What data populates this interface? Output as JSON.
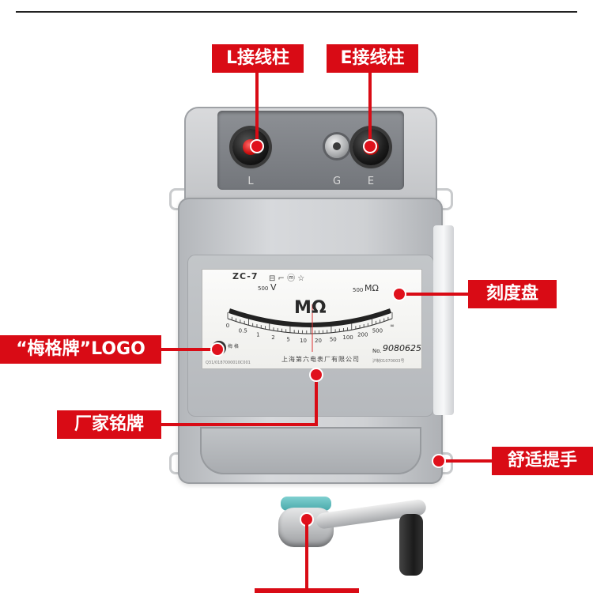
{
  "callouts": {
    "l_terminal": "L接线柱",
    "e_terminal": "E接线柱",
    "dial": "刻度盘",
    "logo": "“梅格牌”LOGO",
    "nameplate": "厂家铭牌",
    "handle": "舒适提手",
    "crank": ""
  },
  "terminals": {
    "l": "L",
    "g": "G",
    "e": "E"
  },
  "dial": {
    "model": "ZC-7",
    "model_symbols": "⊟ ⌐ ⓜ ☆",
    "voltage_value": "500",
    "voltage_unit": "V",
    "range_value": "500",
    "range_unit": "MΩ",
    "unit": "MΩ",
    "scale_labels": [
      "0",
      "0.5",
      "1",
      "2",
      "5",
      "10",
      "20",
      "50",
      "100",
      "200",
      "500",
      "∞"
    ],
    "manufacturer": "上海第六电表厂有限公司",
    "serial_prefix": "No.",
    "serial": "9080625",
    "cert_left": "Q31/0187000010C001",
    "cert_right": "沪制01070003号",
    "brand_small": "梅 格"
  },
  "colors": {
    "accent": "#d90b15",
    "dial_face": "#f5f5f2",
    "body": "#c8cacd"
  }
}
